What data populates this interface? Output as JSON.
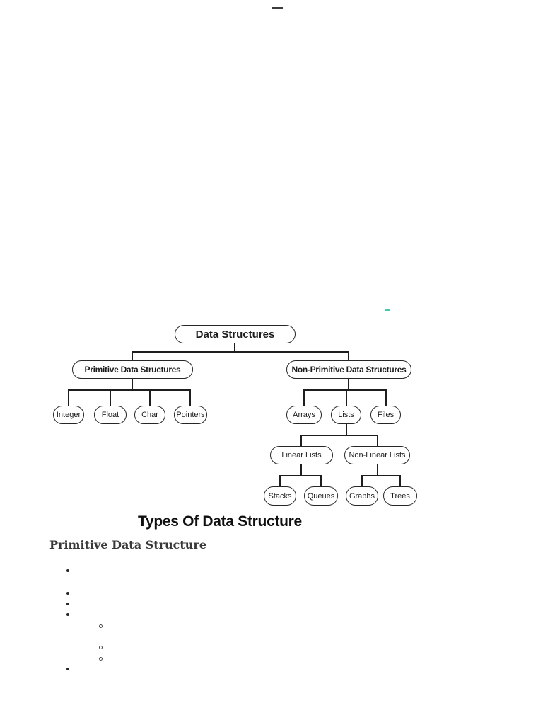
{
  "diagram": {
    "type": "tree",
    "title": "Data Structures",
    "hierarchy": {
      "Data Structures": {
        "Primitive Data Structures": [
          "Integer",
          "Float",
          "Char",
          "Pointers"
        ],
        "Non-Primitive Data Structures": {
          "Arrays": [],
          "Lists": {
            "Linear Lists": [
              "Stacks",
              "Queues"
            ],
            "Non-Linear Lists": [
              "Graphs",
              "Trees"
            ]
          },
          "Files": []
        }
      }
    },
    "nodes": {
      "root": {
        "label": "Data Structures"
      },
      "primitive": {
        "label": "Primitive Data Structures"
      },
      "non_primitive": {
        "label": "Non-Primitive Data Structures"
      },
      "integer": {
        "label": "Integer"
      },
      "float": {
        "label": "Float"
      },
      "char": {
        "label": "Char"
      },
      "pointers": {
        "label": "Pointers"
      },
      "arrays": {
        "label": "Arrays"
      },
      "lists": {
        "label": "Lists"
      },
      "files": {
        "label": "Files"
      },
      "linear_lists": {
        "label": "Linear Lists"
      },
      "non_linear_lists": {
        "label": "Non-Linear Lists"
      },
      "stacks": {
        "label": "Stacks"
      },
      "queues": {
        "label": "Queues"
      },
      "graphs": {
        "label": "Graphs"
      },
      "trees": {
        "label": "Trees"
      }
    },
    "line_color": "#1e1e1e",
    "node_border_color": "#262626"
  },
  "content": {
    "heading": "Types Of Data Structure",
    "subheading": "Primitive Data Structure",
    "bullet_markers_level1": 5,
    "bullet_markers_level2": 3
  },
  "marks": {
    "teal_dash_color": "#35c2a1",
    "top_dash_color": "#3d3d3d"
  }
}
